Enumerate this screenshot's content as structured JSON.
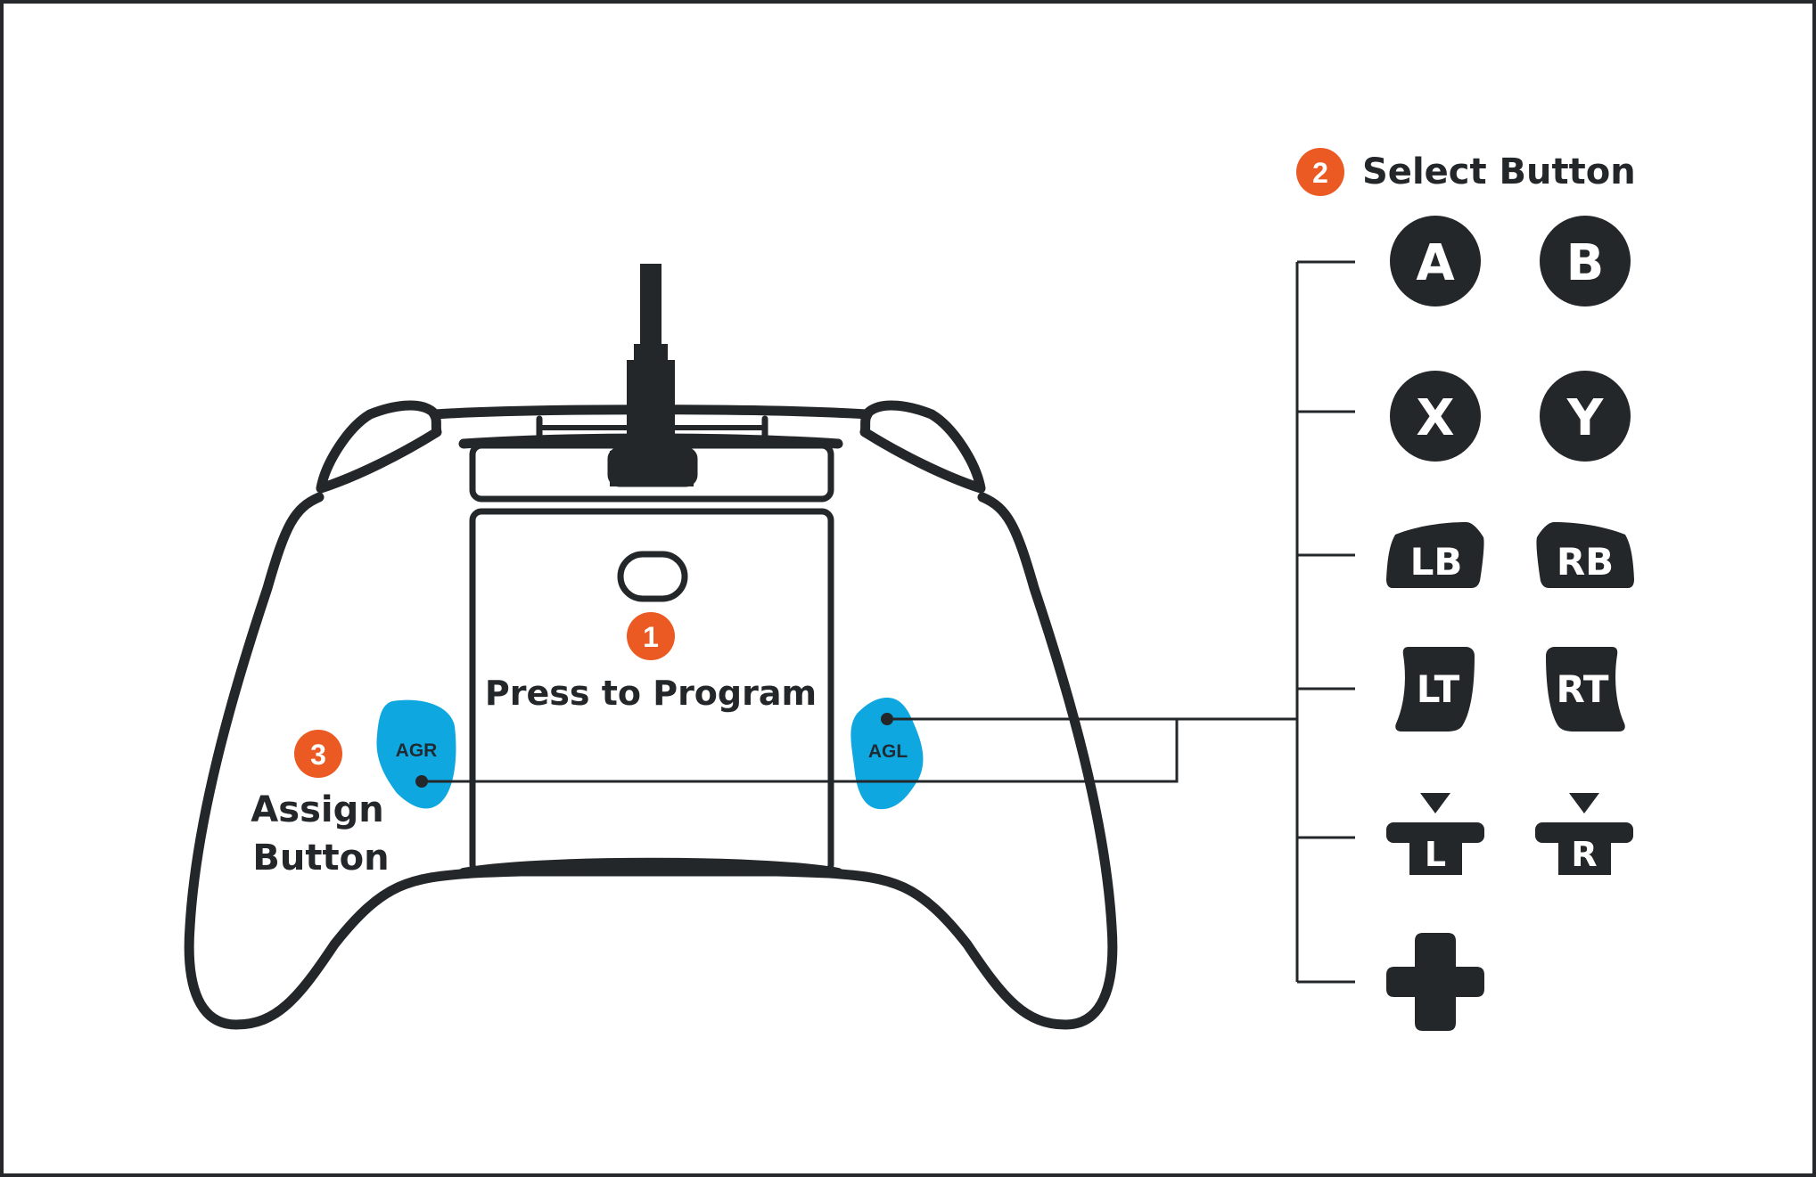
{
  "colors": {
    "ink": "#24272a",
    "accent_orange": "#ec5a24",
    "paddle_blue": "#0fa7e0",
    "background": "#ffffff"
  },
  "steps": [
    {
      "number": "1",
      "label": "Press to Program"
    },
    {
      "number": "2",
      "label": "Select Button"
    },
    {
      "number": "3",
      "label_line1": "Assign",
      "label_line2": "Button"
    }
  ],
  "paddles": {
    "right": "AGR",
    "left": "AGL"
  },
  "selectable_buttons": {
    "a": "A",
    "b": "B",
    "x": "X",
    "y": "Y",
    "lb": "LB",
    "rb": "RB",
    "lt": "LT",
    "rt": "RT",
    "l_stick": "L",
    "r_stick": "R",
    "dpad": "dpad-icon"
  }
}
